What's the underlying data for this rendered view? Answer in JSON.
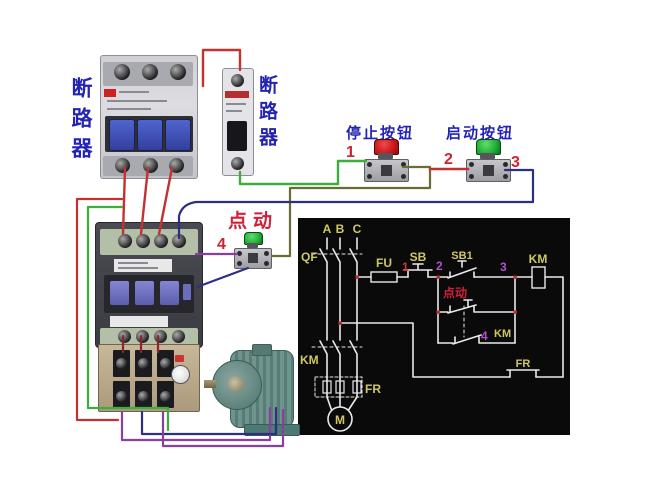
{
  "labels": {
    "breaker_left": "断路器",
    "breaker_right": "断路器",
    "stop_button": "停止按钮",
    "start_button": "启动按钮",
    "jog": "点动",
    "wire1": "1",
    "wire2": "2",
    "wire3": "3",
    "wire4": "4"
  },
  "schematic": {
    "phase_a": "A",
    "phase_b": "B",
    "phase_c": "C",
    "qf": "QF",
    "fu": "FU",
    "sb": "SB",
    "sb1": "SB1",
    "km_coil": "KM",
    "km_aux": "KM",
    "km_main": "KM",
    "fr_main": "FR",
    "fr_nc": "FR",
    "jog": "点动",
    "motor": "M",
    "n1": "1",
    "n2": "2",
    "n3": "3",
    "n4": "4"
  },
  "colors": {
    "label_blue": "#2323b4",
    "number_red": "#cc2330",
    "wire_red": "#c53030",
    "wire_green": "#3aaf3a",
    "wire_navy": "#2b3080",
    "wire_purple": "#8a3f9e",
    "wire_olive": "#6b6b35",
    "panel_black": "#0a0a0a",
    "schematic_line": "#e9e9e9",
    "schematic_label_yellow": "#cfc863",
    "schematic_magenta": "#b44fd2",
    "stop_cap_red": "#cc1518",
    "start_cap_green": "#1fae36"
  }
}
